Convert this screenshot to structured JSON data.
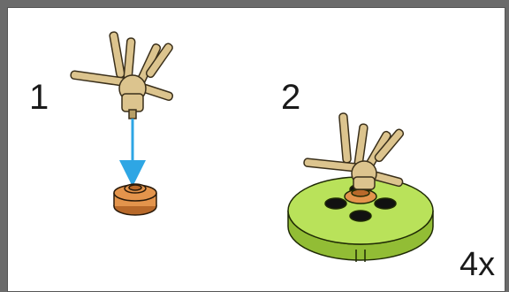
{
  "steps": [
    {
      "number": "1"
    },
    {
      "number": "2",
      "quantity": "4x"
    }
  ],
  "colors": {
    "tan": "#dcc48e",
    "tan_dark": "#b79f66",
    "arrow": "#2ea6e4",
    "orange": "#e3944c",
    "orange_dark": "#b8692a",
    "lime": "#b9e25a",
    "lime_dark": "#92bd35",
    "black": "#111111"
  },
  "icons": [
    "tan-claw-piece-icon",
    "orange-round-plate-icon",
    "blue-arrow-icon",
    "lime-round-tile-icon"
  ]
}
